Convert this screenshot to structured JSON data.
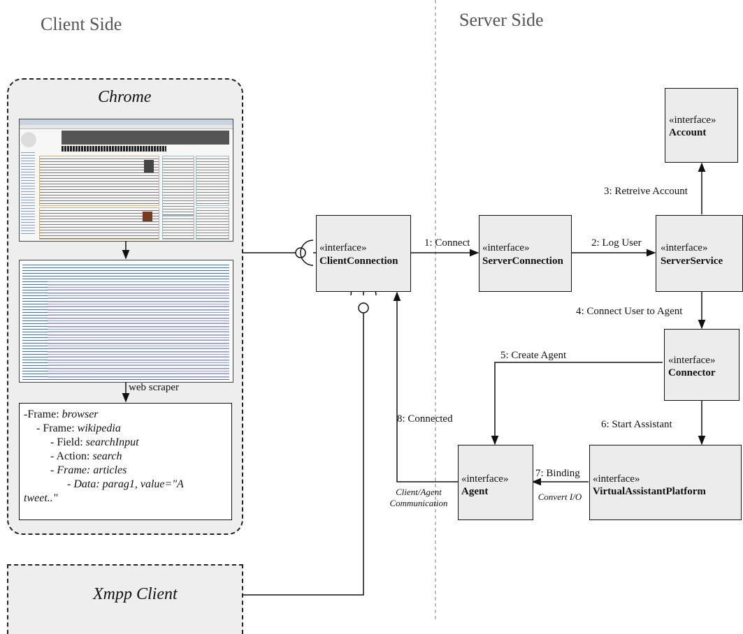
{
  "sections": {
    "client": "Client Side",
    "server": "Server Side"
  },
  "client": {
    "chrome_title": "Chrome",
    "scraper_label": "web scraper",
    "xmpp_title": "Xmpp Client",
    "tree": [
      {
        "prefix": "-Frame: ",
        "value": "browser"
      },
      {
        "prefix": "- Frame: ",
        "value": "wikipedia"
      },
      {
        "prefix": "- Field: ",
        "value": "searchInput"
      },
      {
        "prefix": "- Action: ",
        "value": "search"
      },
      {
        "prefix": "- ",
        "value": "Frame: articles"
      },
      {
        "prefix": "",
        "value": "- Data: parag1, value=\"A"
      },
      {
        "prefix": "",
        "value": "tweet..\""
      }
    ]
  },
  "components": {
    "client_connection": {
      "stereotype": "«interface»",
      "name": "ClientConnection"
    },
    "server_connection": {
      "stereotype": "«interface»",
      "name": "ServerConnection"
    },
    "server_service": {
      "stereotype": "«interface»",
      "name": "ServerService"
    },
    "account": {
      "stereotype": "«interface»",
      "name": "Account"
    },
    "connector": {
      "stereotype": "«interface»",
      "name": "Connector"
    },
    "agent": {
      "stereotype": "«interface»",
      "name": "Agent"
    },
    "vap": {
      "stereotype": "«interface»",
      "name": "VirtualAssistantPlatform"
    }
  },
  "messages": {
    "m1": "1: Connect",
    "m2": "2: Log User",
    "m3": "3: Retreive Account",
    "m4": "4: Connect User to Agent",
    "m5": "5: Create Agent",
    "m6": "6: Start Assistant",
    "m7": "7: Binding",
    "m8": "8: Connected"
  },
  "annotations": {
    "client_agent_1": "Client/Agent",
    "client_agent_2": "Communication",
    "convert_io": "Convert I/O"
  }
}
